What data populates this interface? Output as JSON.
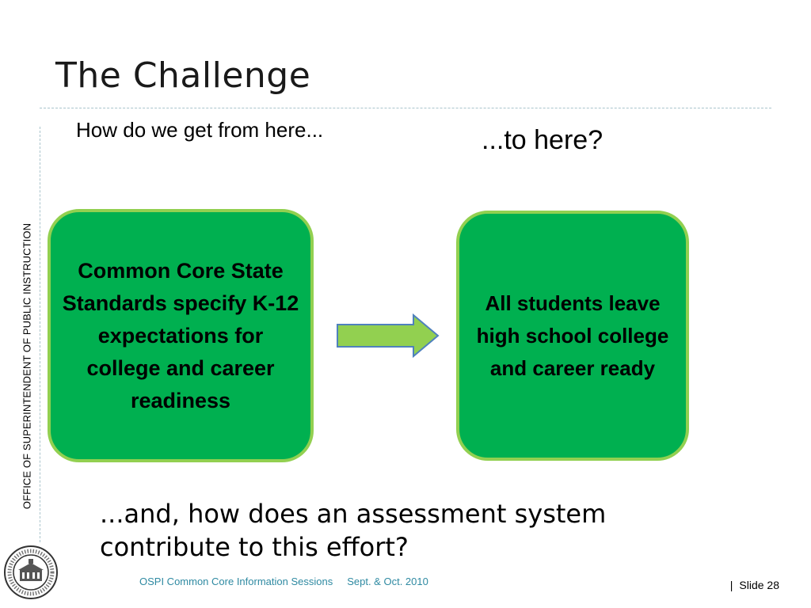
{
  "slide": {
    "title": "The Challenge",
    "sidebar_label": "OFFICE OF SUPERINTENDENT OF PUBLIC INSTRUCTION",
    "question_from": "How do we get from here...",
    "question_to": "...to here?",
    "box_left": "Common Core State Standards specify K-12 expectations for college and career readiness",
    "box_right": "All students leave high school college and career ready",
    "bottom_question": "...and, how does an assessment system contribute to this effort?"
  },
  "footer": {
    "sessions": "OSPI Common Core Information Sessions",
    "date": "Sept. & Oct. 2010",
    "separator": "|",
    "slide_number": "Slide 28"
  },
  "colors": {
    "box_fill": "#00b050",
    "box_border": "#92d050",
    "footer_text": "#2f8aa2",
    "divider": "#a9c4cc"
  },
  "icons": {
    "arrow": "right-arrow-icon",
    "seal": "ospi-seal-icon"
  }
}
